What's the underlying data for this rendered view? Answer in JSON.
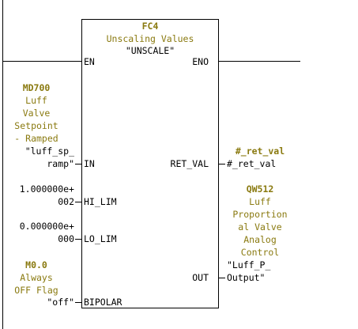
{
  "block": {
    "number": "FC4",
    "description": "Unscaling Values",
    "symbol": "\"UNSCALE\""
  },
  "pins": {
    "en": "EN",
    "eno": "ENO",
    "in": "IN",
    "hi_lim": "HI_LIM",
    "lo_lim": "LO_LIM",
    "bipolar": "BIPOLAR",
    "ret_val": "RET_VAL",
    "out": "OUT"
  },
  "inputs": {
    "in": {
      "address": "MD700",
      "comment": [
        "Luff",
        "Valve",
        "Setpoint",
        "- Ramped"
      ],
      "symbol": [
        "\"luff_sp_",
        "ramp\""
      ]
    },
    "hi_lim": {
      "value": [
        "1.000000e+",
        "002"
      ]
    },
    "lo_lim": {
      "value": [
        "0.000000e+",
        "000"
      ]
    },
    "bipolar": {
      "address": "M0.0",
      "comment": [
        "Always",
        "OFF Flag"
      ],
      "symbol": "\"off\""
    }
  },
  "outputs": {
    "ret_val": {
      "address": "#_ret_val",
      "operand": "#_ret_val"
    },
    "out": {
      "address": "QW512",
      "comment": [
        "Luff",
        "Proportion",
        "al Valve",
        "Analog",
        "Control"
      ],
      "symbol": [
        "\"Luff_P_",
        "Output\""
      ]
    }
  },
  "colors": {
    "comment_text": "#8a7a10",
    "lines": "#000000",
    "background": "#ffffff"
  }
}
